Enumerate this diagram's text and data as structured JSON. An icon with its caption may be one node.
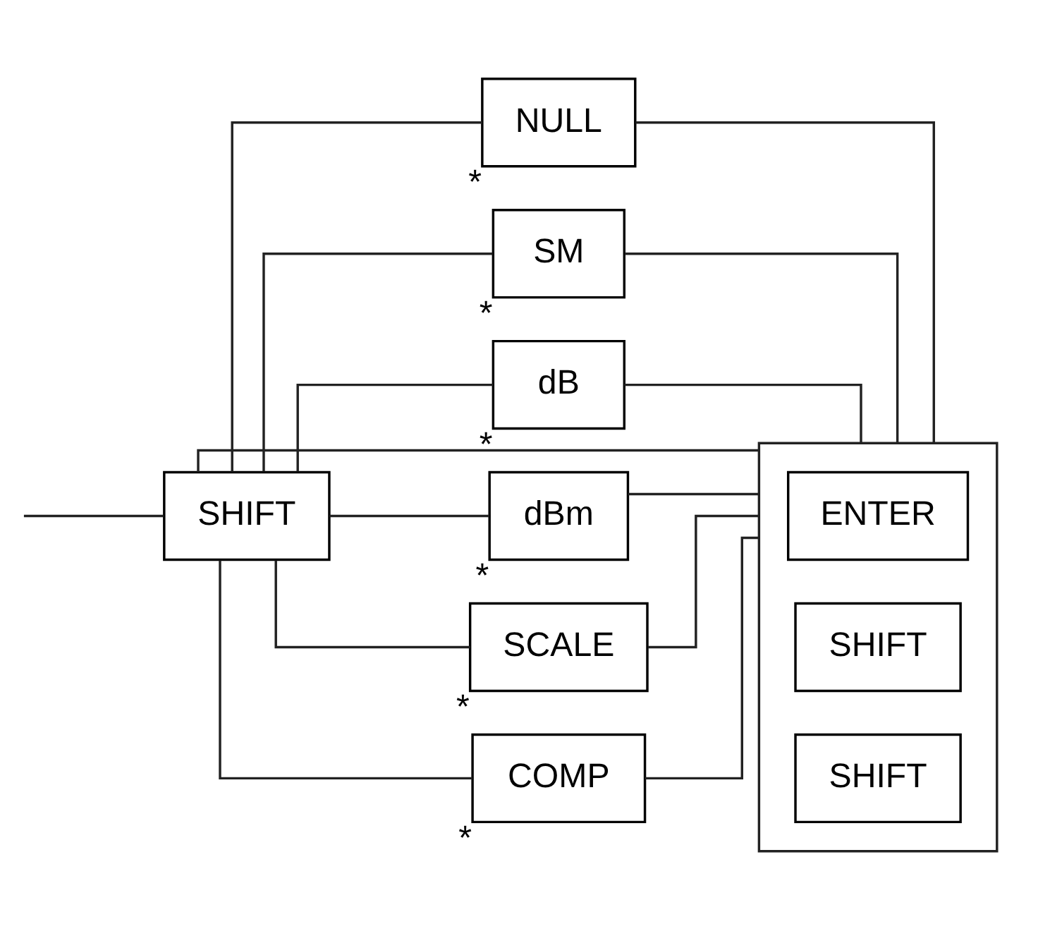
{
  "diagram": {
    "nodes": [
      {
        "text": [
          "SHIFT"
        ]
      },
      {
        "text": [
          "NULL"
        ],
        "beside": [
          "*"
        ]
      },
      {
        "text": [
          "SM"
        ],
        "beside": [
          "*"
        ]
      },
      {
        "text": [
          "dB"
        ],
        "beside": [
          "*"
        ]
      },
      {
        "text": [
          "dBm"
        ],
        "beside": [
          "*"
        ]
      },
      {
        "text": [
          "SCALE"
        ],
        "beside": [
          "*"
        ]
      },
      {
        "text": [
          "COMP"
        ],
        "beside": [
          "*"
        ]
      },
      {
        "text": [],
        "shape": "box"
      },
      {
        "text": [
          "ENTER"
        ],
        "in": 7
      },
      {
        "text": [
          "SHIFT"
        ],
        "in": 7
      },
      {
        "text": [
          "SHIFT"
        ],
        "in": 7
      }
    ],
    "edges": [
      {
        "from": null,
        "to": 0,
        "arrow": "none"
      },
      {
        "from": 0,
        "to": 7,
        "arrow": "none"
      },
      {
        "from": 0,
        "to": 1,
        "arrow": "none"
      },
      {
        "from": 0,
        "to": 2,
        "arrow": "none"
      },
      {
        "from": 0,
        "to": 3,
        "arrow": "none"
      },
      {
        "from": 0,
        "to": 4,
        "arrow": "none"
      },
      {
        "from": 0,
        "to": 5,
        "arrow": "none"
      },
      {
        "from": 0,
        "to": 6,
        "arrow": "none"
      },
      {
        "from": 1,
        "to": 7,
        "arrow": "none"
      },
      {
        "from": 2,
        "to": 7,
        "arrow": "none"
      },
      {
        "from": 3,
        "to": 7,
        "arrow": "none"
      },
      {
        "from": 4,
        "to": 7,
        "arrow": "none"
      },
      {
        "from": 5,
        "to": 7,
        "arrow": "none"
      },
      {
        "from": 6,
        "to": 7,
        "arrow": "none"
      }
    ]
  }
}
